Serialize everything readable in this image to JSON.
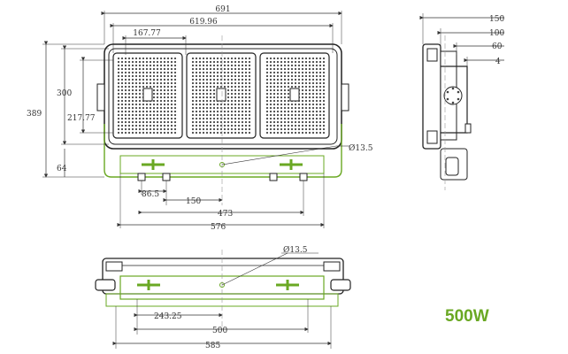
{
  "drawing": {
    "power_label": "500W",
    "accent_color": "#6aa823",
    "front_view": {
      "top_dims": [
        "691",
        "619.96",
        "167.77"
      ],
      "left_dims": [
        "389",
        "300",
        "217.77",
        "64"
      ],
      "bottom_dims": [
        "86.5",
        "150",
        "473",
        "576"
      ],
      "hole_label": "Ø13.5"
    },
    "side_view": {
      "dims": [
        "150",
        "100",
        "60",
        "4"
      ]
    },
    "bottom_view": {
      "hole_label": "Ø13.5",
      "dims": [
        "243.25",
        "500",
        "585"
      ]
    }
  }
}
